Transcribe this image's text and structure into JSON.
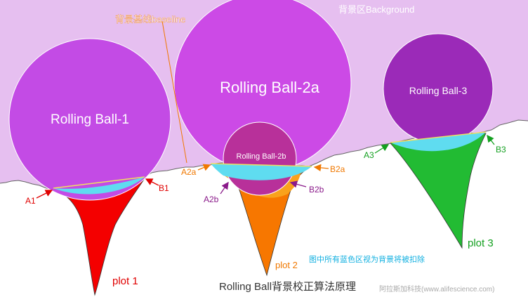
{
  "title": "Rolling Ball背景校正算法原理",
  "watermark": "阿拉斯加科技(www.alifescience.com)",
  "annotations": {
    "baseline": "背景基线baseline",
    "background": "背景区Background",
    "blue_note": "图中所有蓝色区视为背景将被扣除"
  },
  "balls": {
    "ball_1": "Rolling Ball-1",
    "ball_2a": "Rolling Ball-2a",
    "ball_2b": "Rolling Ball-2b",
    "ball_3": "Rolling Ball-3"
  },
  "points": {
    "a1": "A1",
    "b1": "B1",
    "a2a": "A2a",
    "b2a": "B2a",
    "a2b": "A2b",
    "b2b": "B2b",
    "a3": "A3",
    "b3": "B3"
  },
  "plots": {
    "plot_1": "plot 1",
    "plot_2": "plot 2",
    "plot_3": "plot 3"
  },
  "colors": {
    "background_region": "#e6bff0",
    "ball_1": "#c34be5",
    "ball_2a": "#cc4ae6",
    "ball_2b": "#b8309a",
    "ball_3": "#9b2ab8",
    "removed_background": "#5fdcf0",
    "plot_1": "#f40000",
    "plot_2": "#f77700",
    "plot_2_top": "#f9a21c",
    "plot_3": "#22bb33",
    "label_red": "#e00000",
    "label_orange": "#f07800",
    "label_green": "#14a020",
    "label_purple": "#8a1a8a",
    "label_cyan": "#12b0e0"
  }
}
